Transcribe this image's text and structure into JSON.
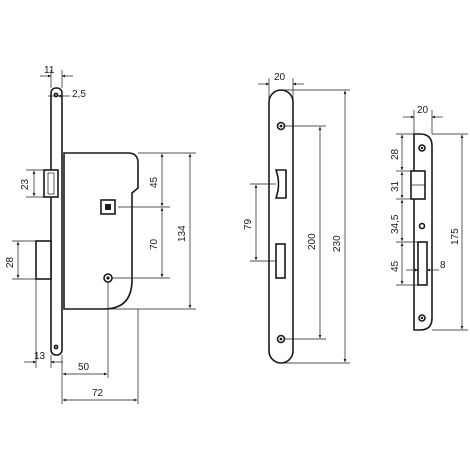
{
  "dimensions": {
    "lock_faceplate_thickness": "11",
    "lock_edge_offset": "2,5",
    "lock_latch_height": "23",
    "lock_follower_offset": "45",
    "lock_distance_follower_key": "70",
    "lock_case_height": "134",
    "lock_bolt_height": "28",
    "lock_bolt_throw": "13",
    "lock_backset": "50",
    "lock_case_depth": "72",
    "faceplate_width": "20",
    "faceplate_latch_position": "79",
    "faceplate_hole_spacing": "200",
    "faceplate_length": "230",
    "strike_width": "20",
    "strike_top_offset": "28",
    "strike_latch_opening": "31",
    "strike_opening_gap": "34,5",
    "strike_bolt_opening": "45",
    "strike_bolt_opening_width": "8",
    "strike_length": "175"
  },
  "colors": {
    "line": "#1a1a1a",
    "background": "#ffffff"
  }
}
